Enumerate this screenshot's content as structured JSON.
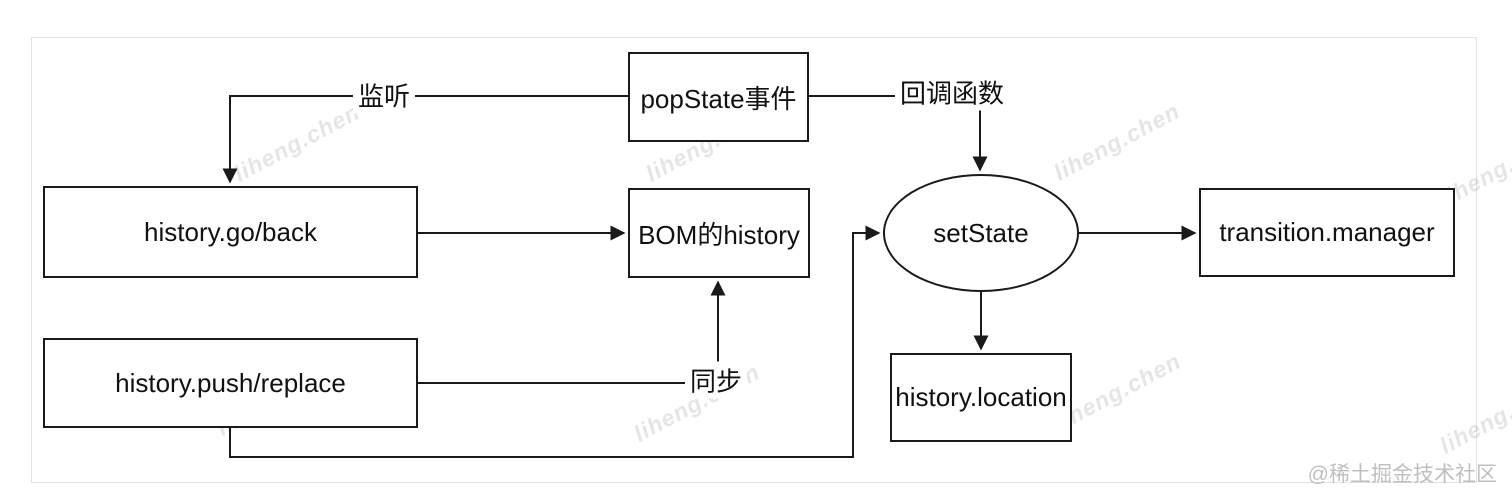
{
  "diagram": {
    "nodes": [
      {
        "id": "popstate-event",
        "shape": "rect",
        "label": "popState事件"
      },
      {
        "id": "history-go-back",
        "shape": "rect",
        "label": "history.go/back"
      },
      {
        "id": "bom-history",
        "shape": "rect",
        "label": "BOM的history"
      },
      {
        "id": "setstate",
        "shape": "ellipse",
        "label": "setState"
      },
      {
        "id": "transition-manager",
        "shape": "rect",
        "label": "transition.manager"
      },
      {
        "id": "history-push-replace",
        "shape": "rect",
        "label": "history.push/replace"
      },
      {
        "id": "history-location",
        "shape": "rect",
        "label": "history.location"
      }
    ],
    "edges": [
      {
        "from": "popstate-event",
        "to": "history-go-back",
        "label": "监听"
      },
      {
        "from": "popstate-event",
        "to": "setstate",
        "label": "回调函数"
      },
      {
        "from": "history-go-back",
        "to": "bom-history",
        "label": ""
      },
      {
        "from": "history-push-replace",
        "to": "bom-history",
        "label": "同步"
      },
      {
        "from": "history-push-replace",
        "to": "setstate",
        "label": ""
      },
      {
        "from": "setstate",
        "to": "transition-manager",
        "label": ""
      },
      {
        "from": "setstate",
        "to": "history-location",
        "label": ""
      }
    ],
    "edge_labels": {
      "listen": "监听",
      "callback": "回调函数",
      "sync": "同步"
    },
    "colors": {
      "stroke": "#1a1a1a",
      "frame_border": "#e2e2e2",
      "watermark": "#dcdcdc",
      "credit": "#bfbfbf"
    },
    "watermark": {
      "text": "liheng.chen"
    },
    "credit": {
      "text": "@稀土掘金技术社区"
    }
  }
}
